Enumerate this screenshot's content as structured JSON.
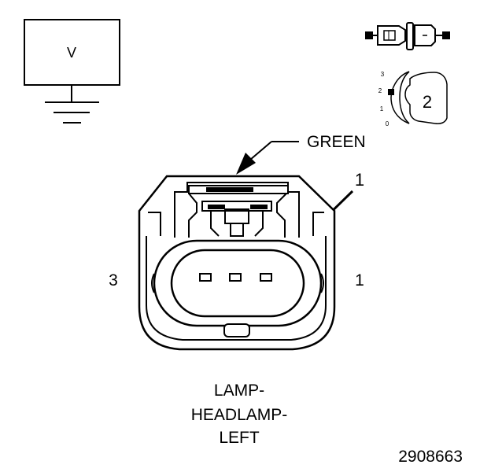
{
  "meter_box": {
    "label": "V"
  },
  "view_icon": {
    "position_numbers": [
      "3",
      "2",
      "1",
      "0"
    ],
    "view_number": "2"
  },
  "connector": {
    "color_label": "GREEN",
    "pin_callout": "1",
    "left_pin_label": "3",
    "right_pin_label": "1"
  },
  "component_name": {
    "line1": "LAMP-",
    "line2": "HEADLAMP-",
    "line3": "LEFT"
  },
  "figure_number": "2908663"
}
